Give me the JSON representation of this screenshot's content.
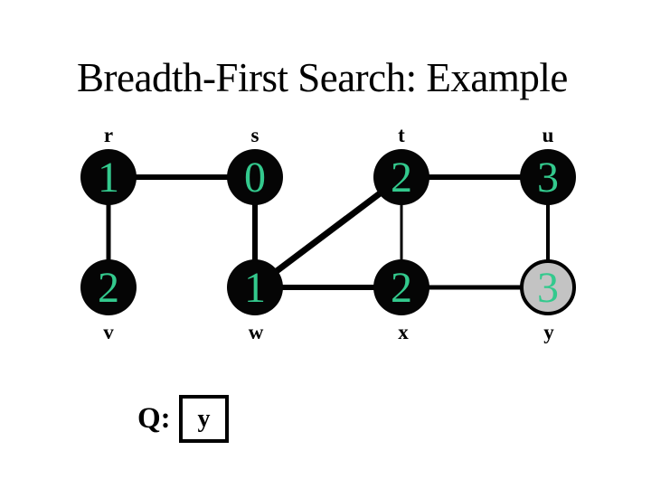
{
  "title": "Breadth-First Search: Example",
  "colors": {
    "background": "#ffffff",
    "node_fill": "#050505",
    "frontier_node_fill": "#c3c3c3",
    "distance_text": "#33c98d",
    "edge": "#000000",
    "text": "#000000"
  },
  "graph": {
    "nodes": [
      {
        "id": "r",
        "label": "r",
        "value": "1",
        "fill": "black",
        "row": "top"
      },
      {
        "id": "s",
        "label": "s",
        "value": "0",
        "fill": "black",
        "row": "top"
      },
      {
        "id": "t",
        "label": "t",
        "value": "2",
        "fill": "black",
        "row": "top"
      },
      {
        "id": "u",
        "label": "u",
        "value": "3",
        "fill": "black",
        "row": "top"
      },
      {
        "id": "v",
        "label": "v",
        "value": "2",
        "fill": "black",
        "row": "bottom"
      },
      {
        "id": "w",
        "label": "w",
        "value": "1",
        "fill": "black",
        "row": "bottom"
      },
      {
        "id": "x",
        "label": "x",
        "value": "2",
        "fill": "black",
        "row": "bottom"
      },
      {
        "id": "y",
        "label": "y",
        "value": "3",
        "fill": "gray",
        "row": "bottom"
      }
    ],
    "edges": [
      "r-s",
      "t-u",
      "r-v",
      "s-w",
      "w-t",
      "w-x",
      "x-y",
      "t-x",
      "u-y"
    ]
  },
  "queue": {
    "label": "Q:",
    "items": [
      "y"
    ]
  }
}
